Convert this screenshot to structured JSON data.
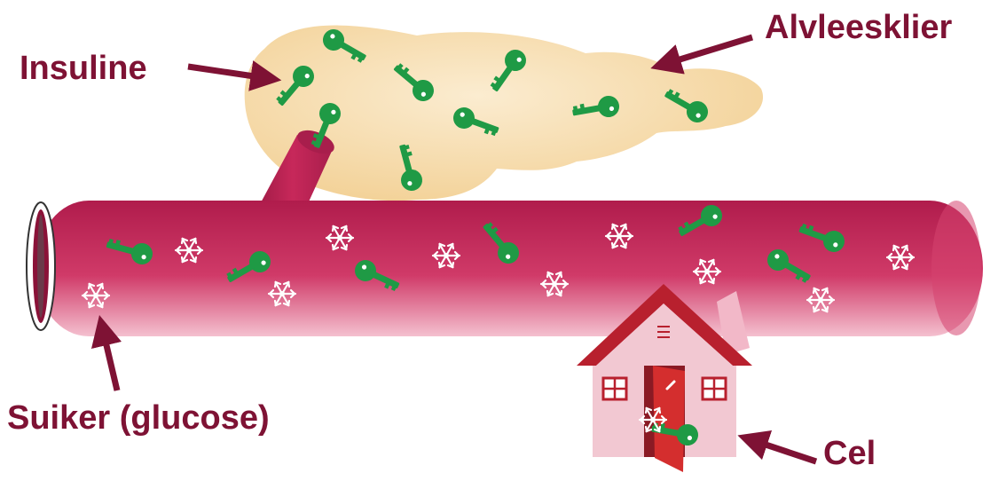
{
  "labels": {
    "insuline": "Insuline",
    "pancreas": "Alvleesklier",
    "sugar": "Suiker (glucose)",
    "cell": "Cel"
  },
  "colors": {
    "label": "#7e1234",
    "vessel": "#c7285a",
    "vessel_dark": "#9c1a44",
    "vessel_light": "#f3b8c8",
    "pancreas": "#f6d9a6",
    "key": "#1f9a45",
    "house_wall": "#f2c8d2",
    "house_roof": "#b8202e",
    "door": "#d42e2e",
    "glucose": "#ffffff"
  }
}
